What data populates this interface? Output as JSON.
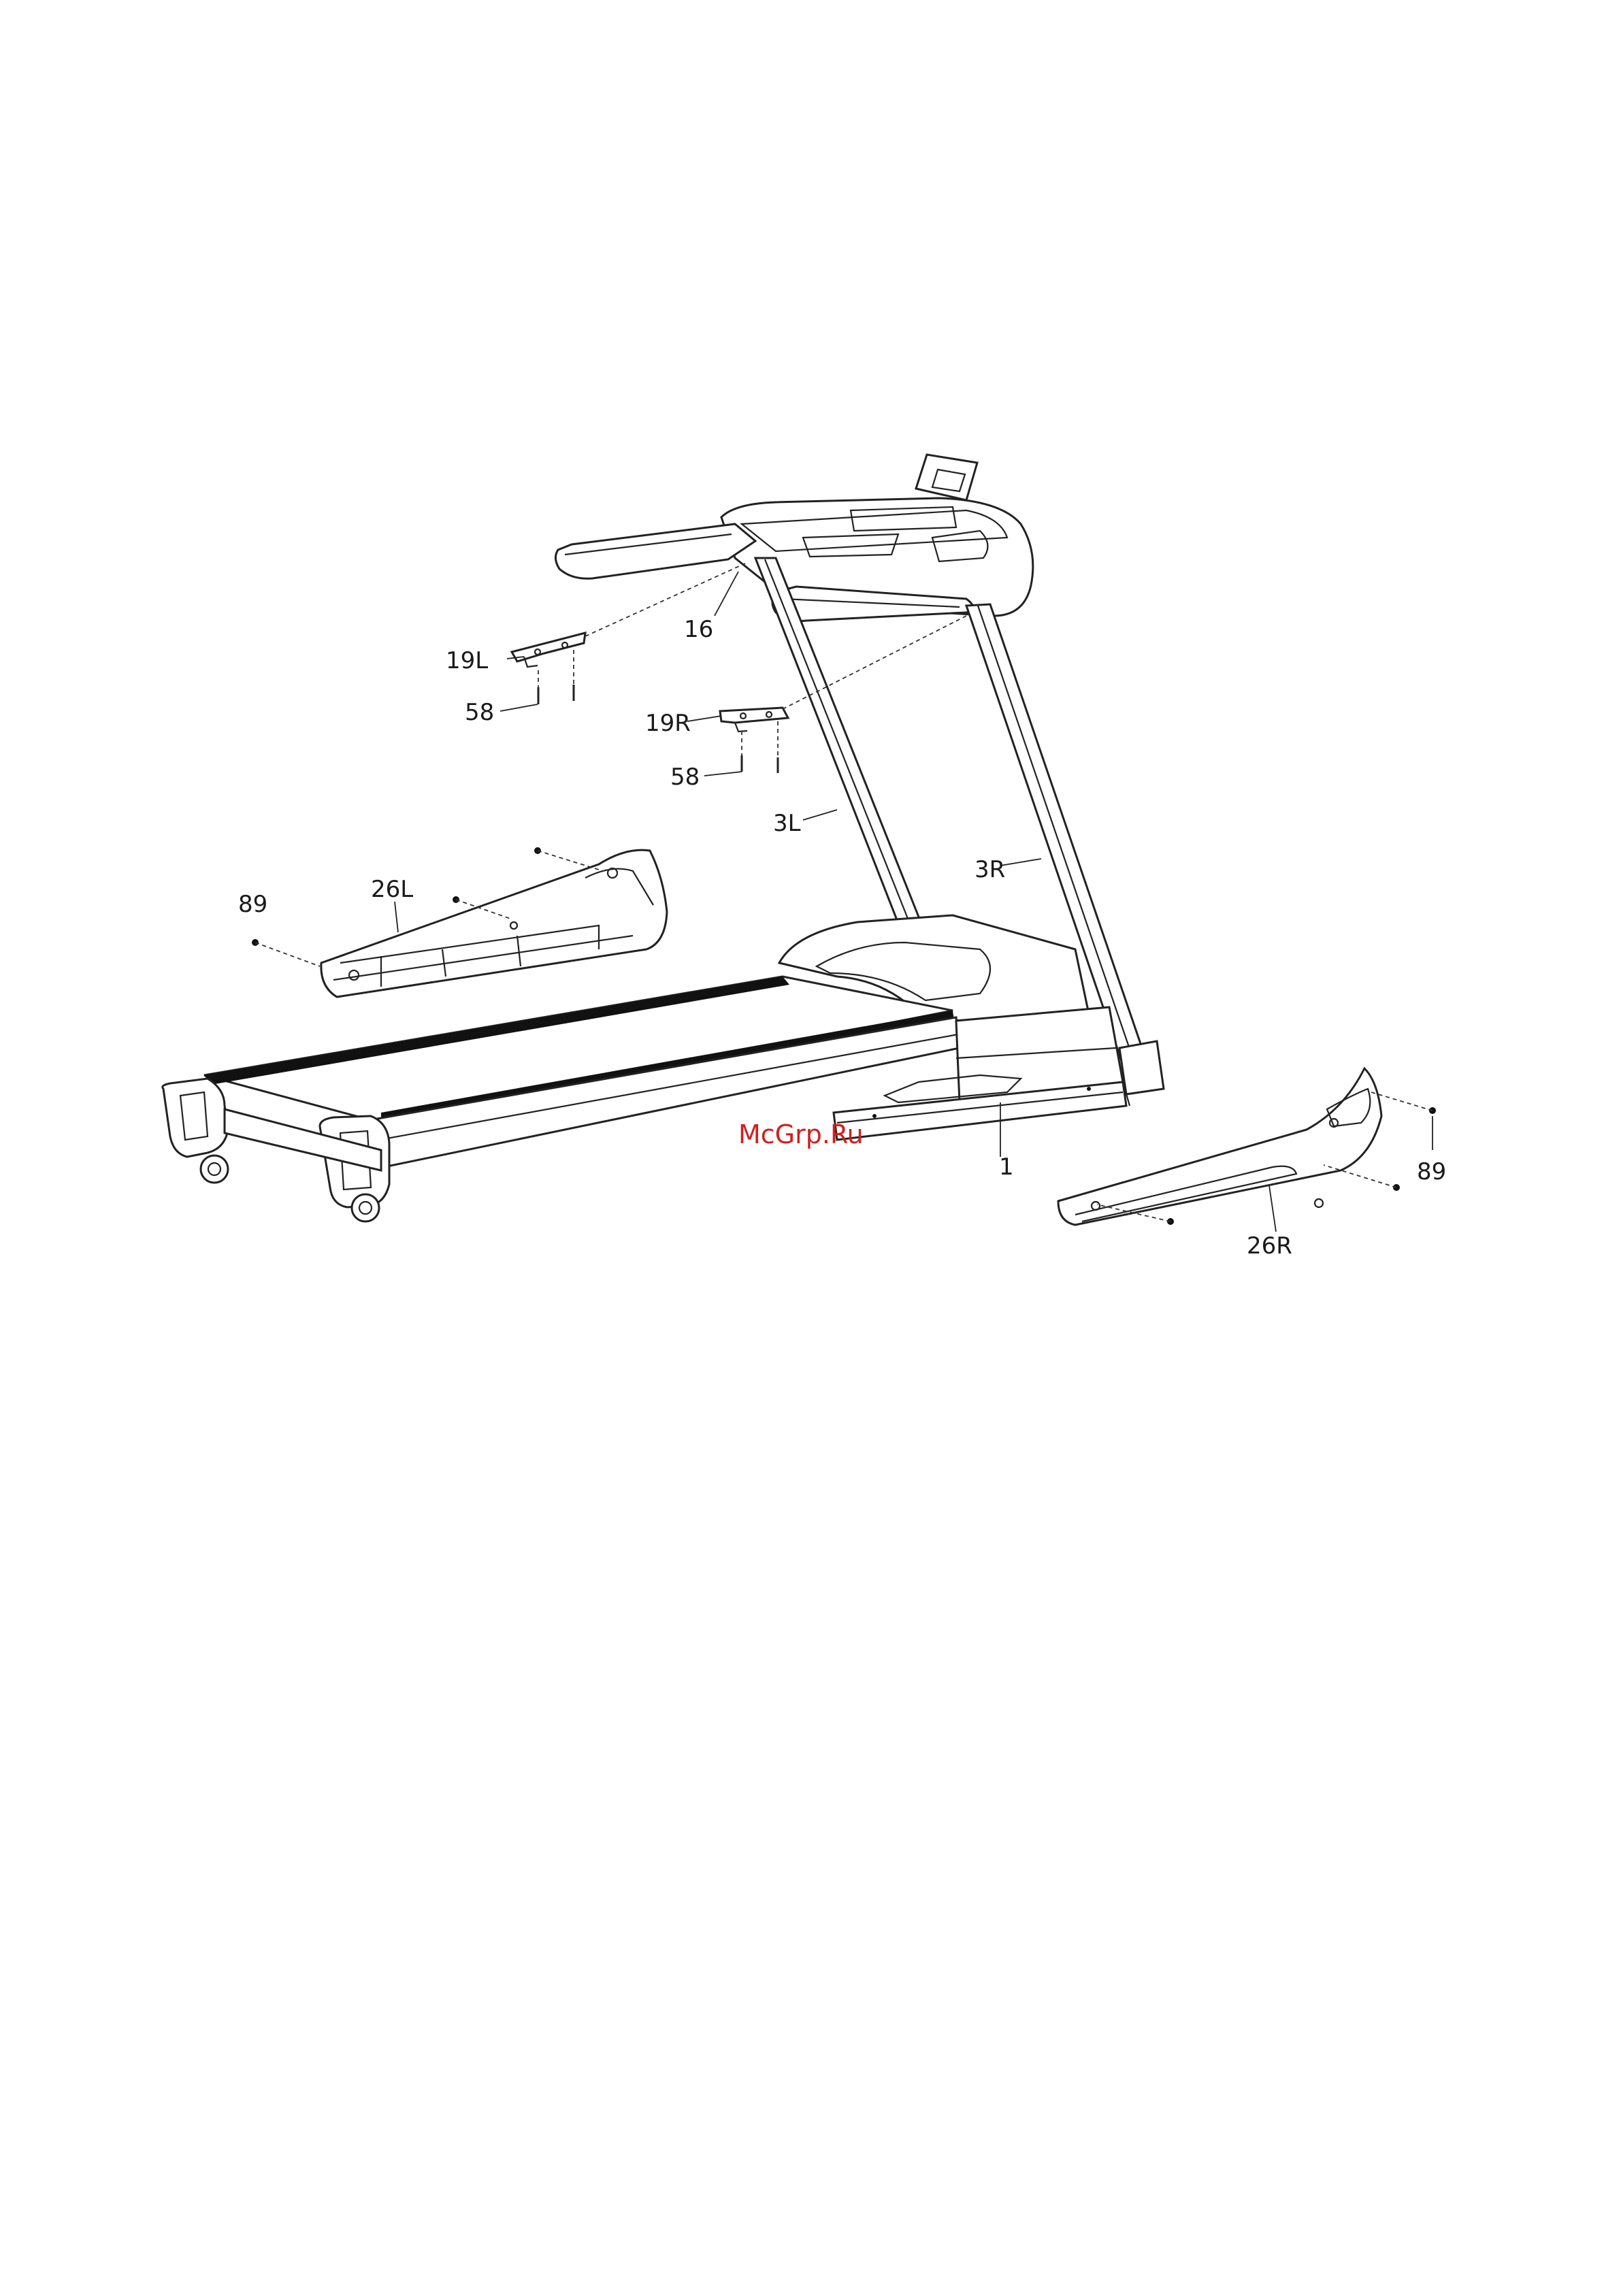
{
  "diagram": {
    "labels": {
      "part_16": "16",
      "part_19L": "19L",
      "part_19R": "19R",
      "part_58_left": "58",
      "part_58_right": "58",
      "part_3L": "3L",
      "part_3R": "3R",
      "part_26L": "26L",
      "part_26R": "26R",
      "part_89_left": "89",
      "part_89_right": "89",
      "part_1": "1"
    },
    "watermark": "McGrp.Ru"
  },
  "colors": {
    "line": "#222222",
    "watermark": "#d11f1f",
    "background": "#ffffff"
  }
}
